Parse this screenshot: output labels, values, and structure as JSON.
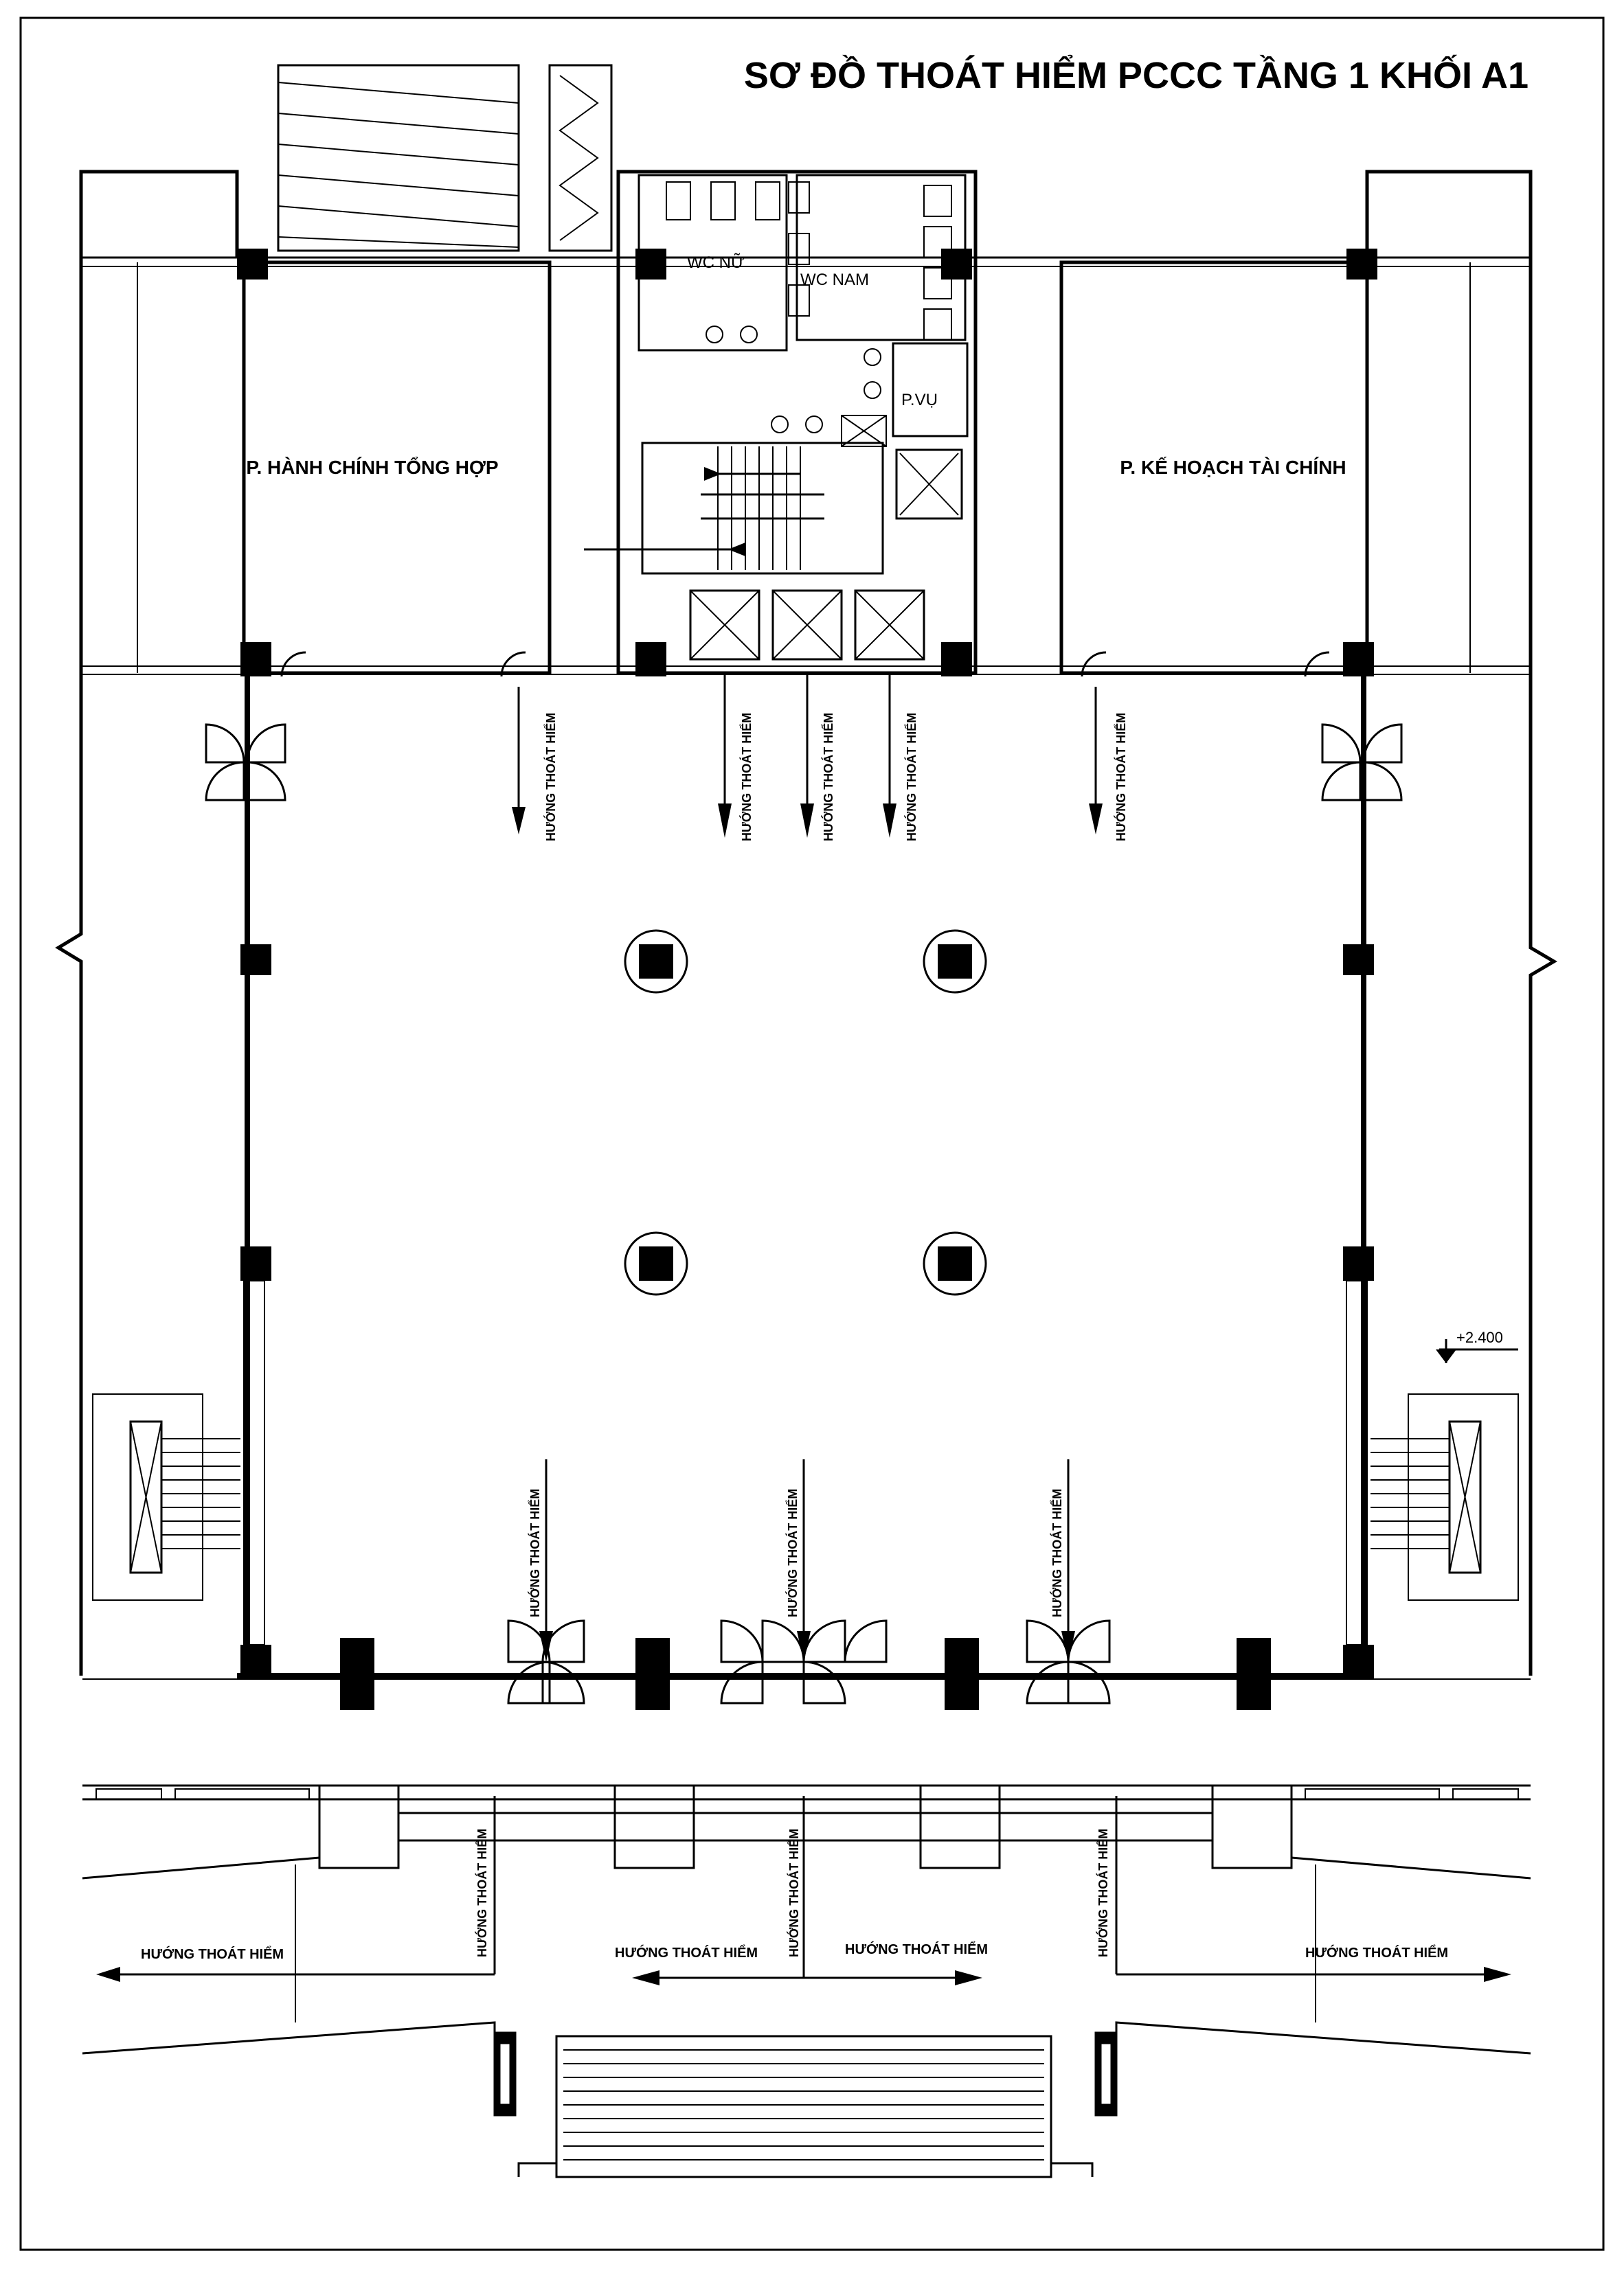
{
  "title": "SƠ ĐỒ THOÁT HIỂM PCCC TẦNG 1 KHỐI A1",
  "rooms": {
    "admin": "P. HÀNH CHÍNH TỔNG HỢP",
    "finance": "P. KẾ HOẠCH TÀI CHÍNH",
    "wc_female": "WC NỮ",
    "wc_male": "WC NAM",
    "service": "P.VỤ"
  },
  "evac_label": "HƯỚNG THOÁT HIỂM",
  "level_mark": "+2.400",
  "colors": {
    "line": "#000000",
    "background": "#ffffff"
  }
}
